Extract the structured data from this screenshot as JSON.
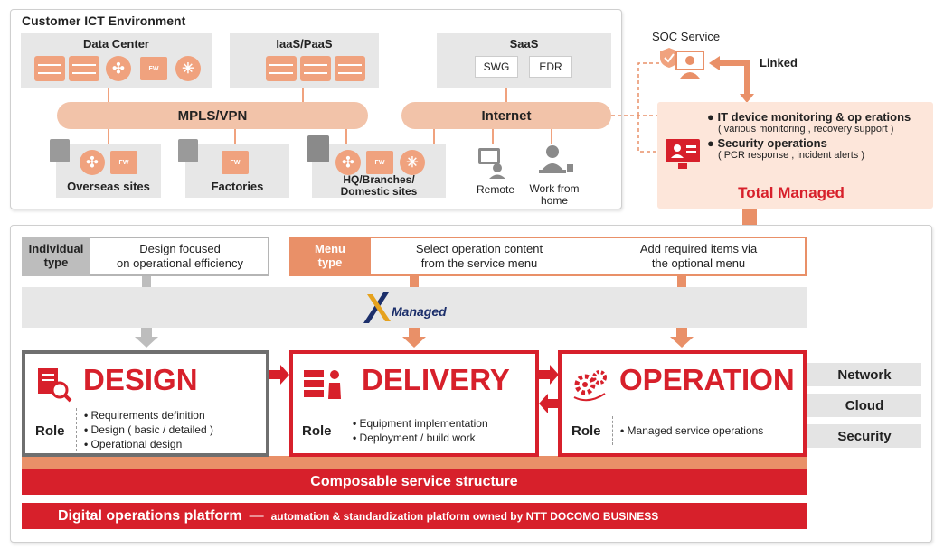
{
  "env": {
    "title": "Customer ICT Environment",
    "data_center": "Data Center",
    "iaas": "IaaS/PaaS",
    "saas": "SaaS",
    "swg": "SWG",
    "edr": "EDR",
    "mpls": "MPLS/VPN",
    "internet": "Internet",
    "overseas": "Overseas sites",
    "factories": "Factories",
    "hq_line1": "HQ/Branches/",
    "hq_line2": "Domestic sites",
    "remote": "Remote",
    "wfh_line1": "Work from",
    "wfh_line2": "home",
    "fw_label": "FW"
  },
  "soc": {
    "title": "SOC Service",
    "linked": "Linked",
    "item1": "IT device monitoring & op erations",
    "item1_sub": "( various monitoring , recovery support )",
    "item2": "Security operations",
    "item2_sub": "( PCR response , incident alerts )",
    "total": "Total Managed"
  },
  "types": {
    "individual_l1": "Individual",
    "individual_l2": "type",
    "individual_desc_l1": "Design focused",
    "individual_desc_l2": "on operational efficiency",
    "menu_l1": "Menu",
    "menu_l2": "type",
    "menu_desc_l1": "Select operation content",
    "menu_desc_l2": "from the service menu",
    "optional_l1": "Add required items via",
    "optional_l2": "the optional menu"
  },
  "logo": "Managed",
  "stages": {
    "role": "Role",
    "design": {
      "title": "DESIGN",
      "items": [
        "Requirements definition",
        "Design ( basic / detailed )",
        "Operational design"
      ]
    },
    "delivery": {
      "title": "DELIVERY",
      "items": [
        "Equipment implementation",
        "Deployment / build work"
      ]
    },
    "operation": {
      "title": "OPERATION",
      "items": [
        "Managed service operations"
      ]
    }
  },
  "side": [
    "Network",
    "Cloud",
    "Security"
  ],
  "composable": "Composable service structure",
  "platform_main": "Digital operations platform",
  "platform_dash": "—",
  "platform_sub": "automation & standardization platform owned by NTT DOCOMO BUSINESS",
  "colors": {
    "red": "#d7202b",
    "orange": "#e99068",
    "peach": "#f2c3a9",
    "gray": "#e7e7e7"
  }
}
